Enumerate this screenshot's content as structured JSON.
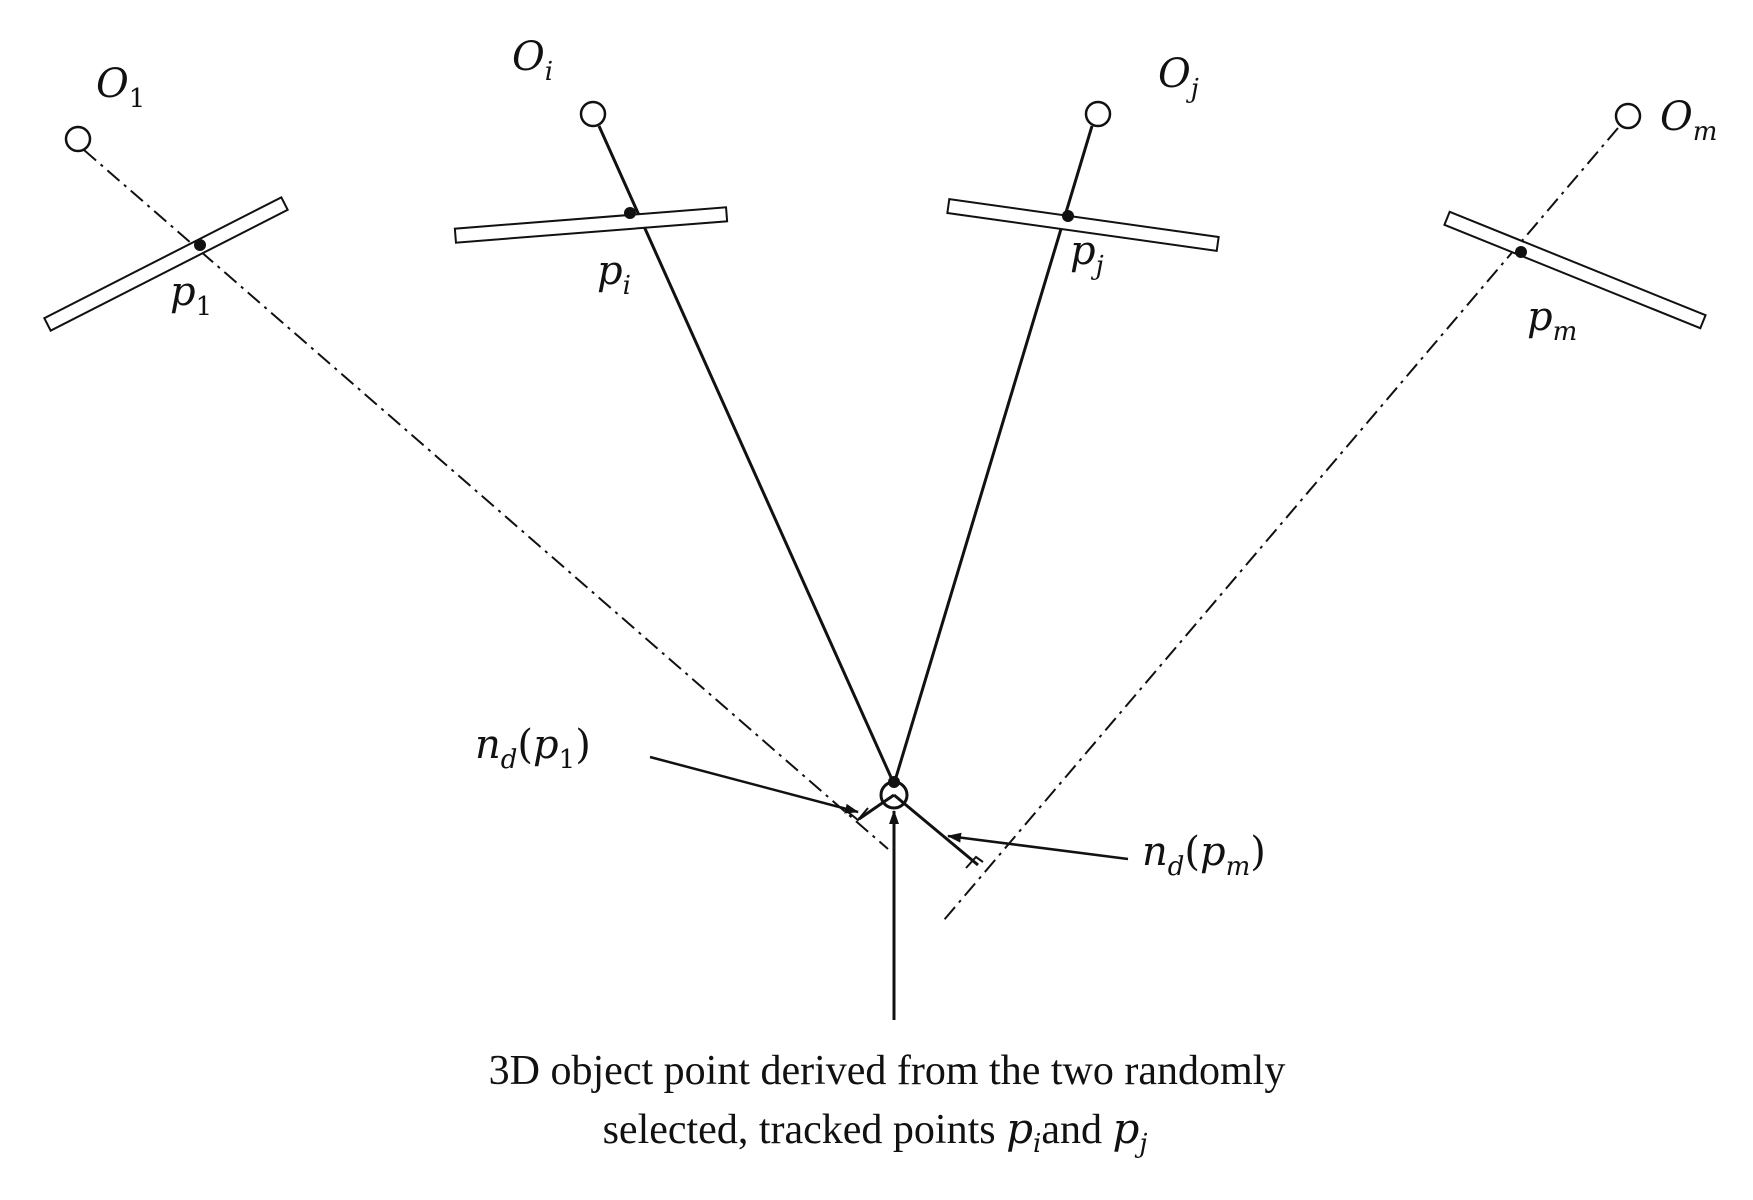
{
  "diagram": {
    "cameras": [
      {
        "center_label": "O",
        "center_sub": "1",
        "image_point_label": "p",
        "image_point_sub": "1",
        "ray": "dashed"
      },
      {
        "center_label": "O",
        "center_sub": "i",
        "image_point_label": "p",
        "image_point_sub": "i",
        "ray": "solid"
      },
      {
        "center_label": "O",
        "center_sub": "j",
        "image_point_label": "p",
        "image_point_sub": "j",
        "ray": "solid"
      },
      {
        "center_label": "O",
        "center_sub": "m",
        "image_point_label": "p",
        "image_point_sub": "m",
        "ray": "dashed"
      }
    ],
    "distance_labels": {
      "left": {
        "prefix": "n",
        "sub": "d",
        "open": "(",
        "arg": "p",
        "arg_sub": "1",
        "close": ")"
      },
      "right": {
        "prefix": "n",
        "sub": "d",
        "open": "(",
        "arg": "p",
        "arg_sub": "m",
        "close": ")"
      }
    },
    "caption": {
      "line1": "3D object point derived from the two randomly",
      "line2_text": "selected, tracked points ",
      "p_symbol": "p",
      "sub_i": "i",
      "and_text": "and ",
      "sub_j": "j"
    }
  }
}
